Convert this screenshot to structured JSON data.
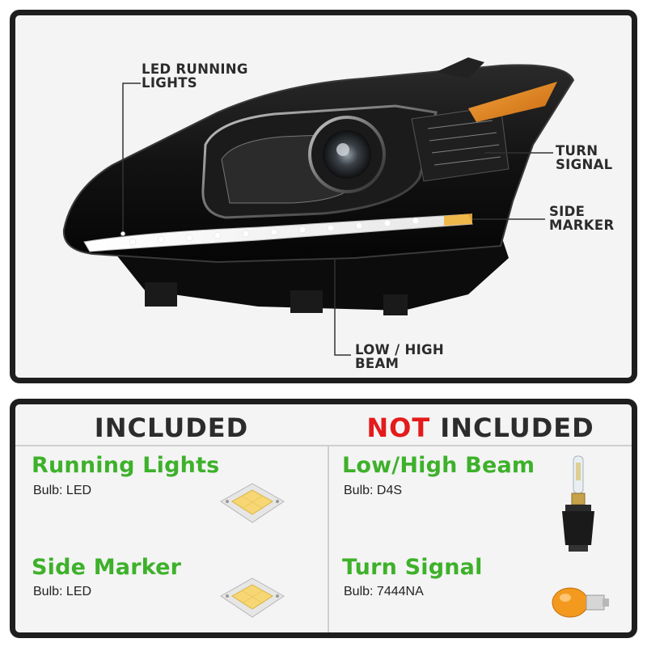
{
  "callouts": {
    "running_lights": [
      "LED RUNNING",
      "LIGHTS"
    ],
    "turn_signal": [
      "TURN",
      "SIGNAL"
    ],
    "side_marker": [
      "SIDE",
      "MARKER"
    ],
    "beam": [
      "LOW / HIGH",
      "BEAM"
    ]
  },
  "included": {
    "header": "INCLUDED",
    "items": [
      {
        "title": "Running Lights",
        "bulb": "Bulb: LED",
        "icon": "led-chip-icon"
      },
      {
        "title": "Side Marker",
        "bulb": "Bulb: LED",
        "icon": "led-chip-icon"
      }
    ]
  },
  "not_included": {
    "header_not": "NOT",
    "header_rest": "INCLUDED",
    "items": [
      {
        "title": "Low/High Beam",
        "bulb": "Bulb: D4S",
        "icon": "hid-bulb-icon"
      },
      {
        "title": "Turn Signal",
        "bulb": "Bulb: 7444NA",
        "icon": "amber-bulb-icon"
      }
    ]
  },
  "colors": {
    "accent_green": "#3db12a",
    "not_red": "#e41b1b",
    "amber": "#e88a1a",
    "frame": "#1e1e1e"
  }
}
